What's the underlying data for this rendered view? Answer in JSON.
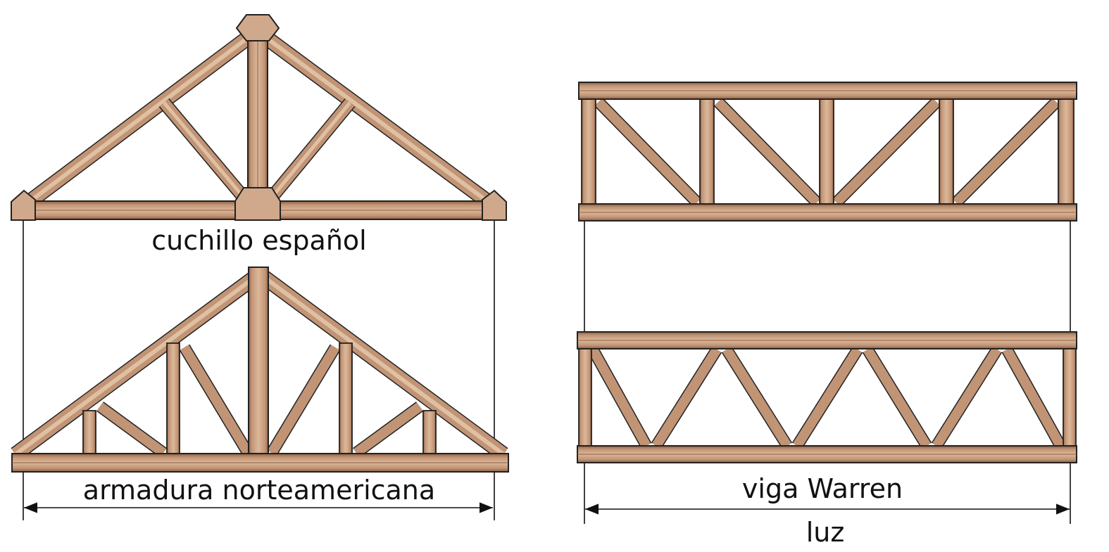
{
  "labels": {
    "spanish_truss": "cuchillo español",
    "american_truss": "armadura norteamericana",
    "warren_truss": "viga Warren",
    "span": "luz"
  },
  "colors": {
    "wood": "#b8896a",
    "wood_light": "#d8b394",
    "wood_dark": "#8a5e43",
    "outline": "#222222",
    "label": "#111111"
  }
}
